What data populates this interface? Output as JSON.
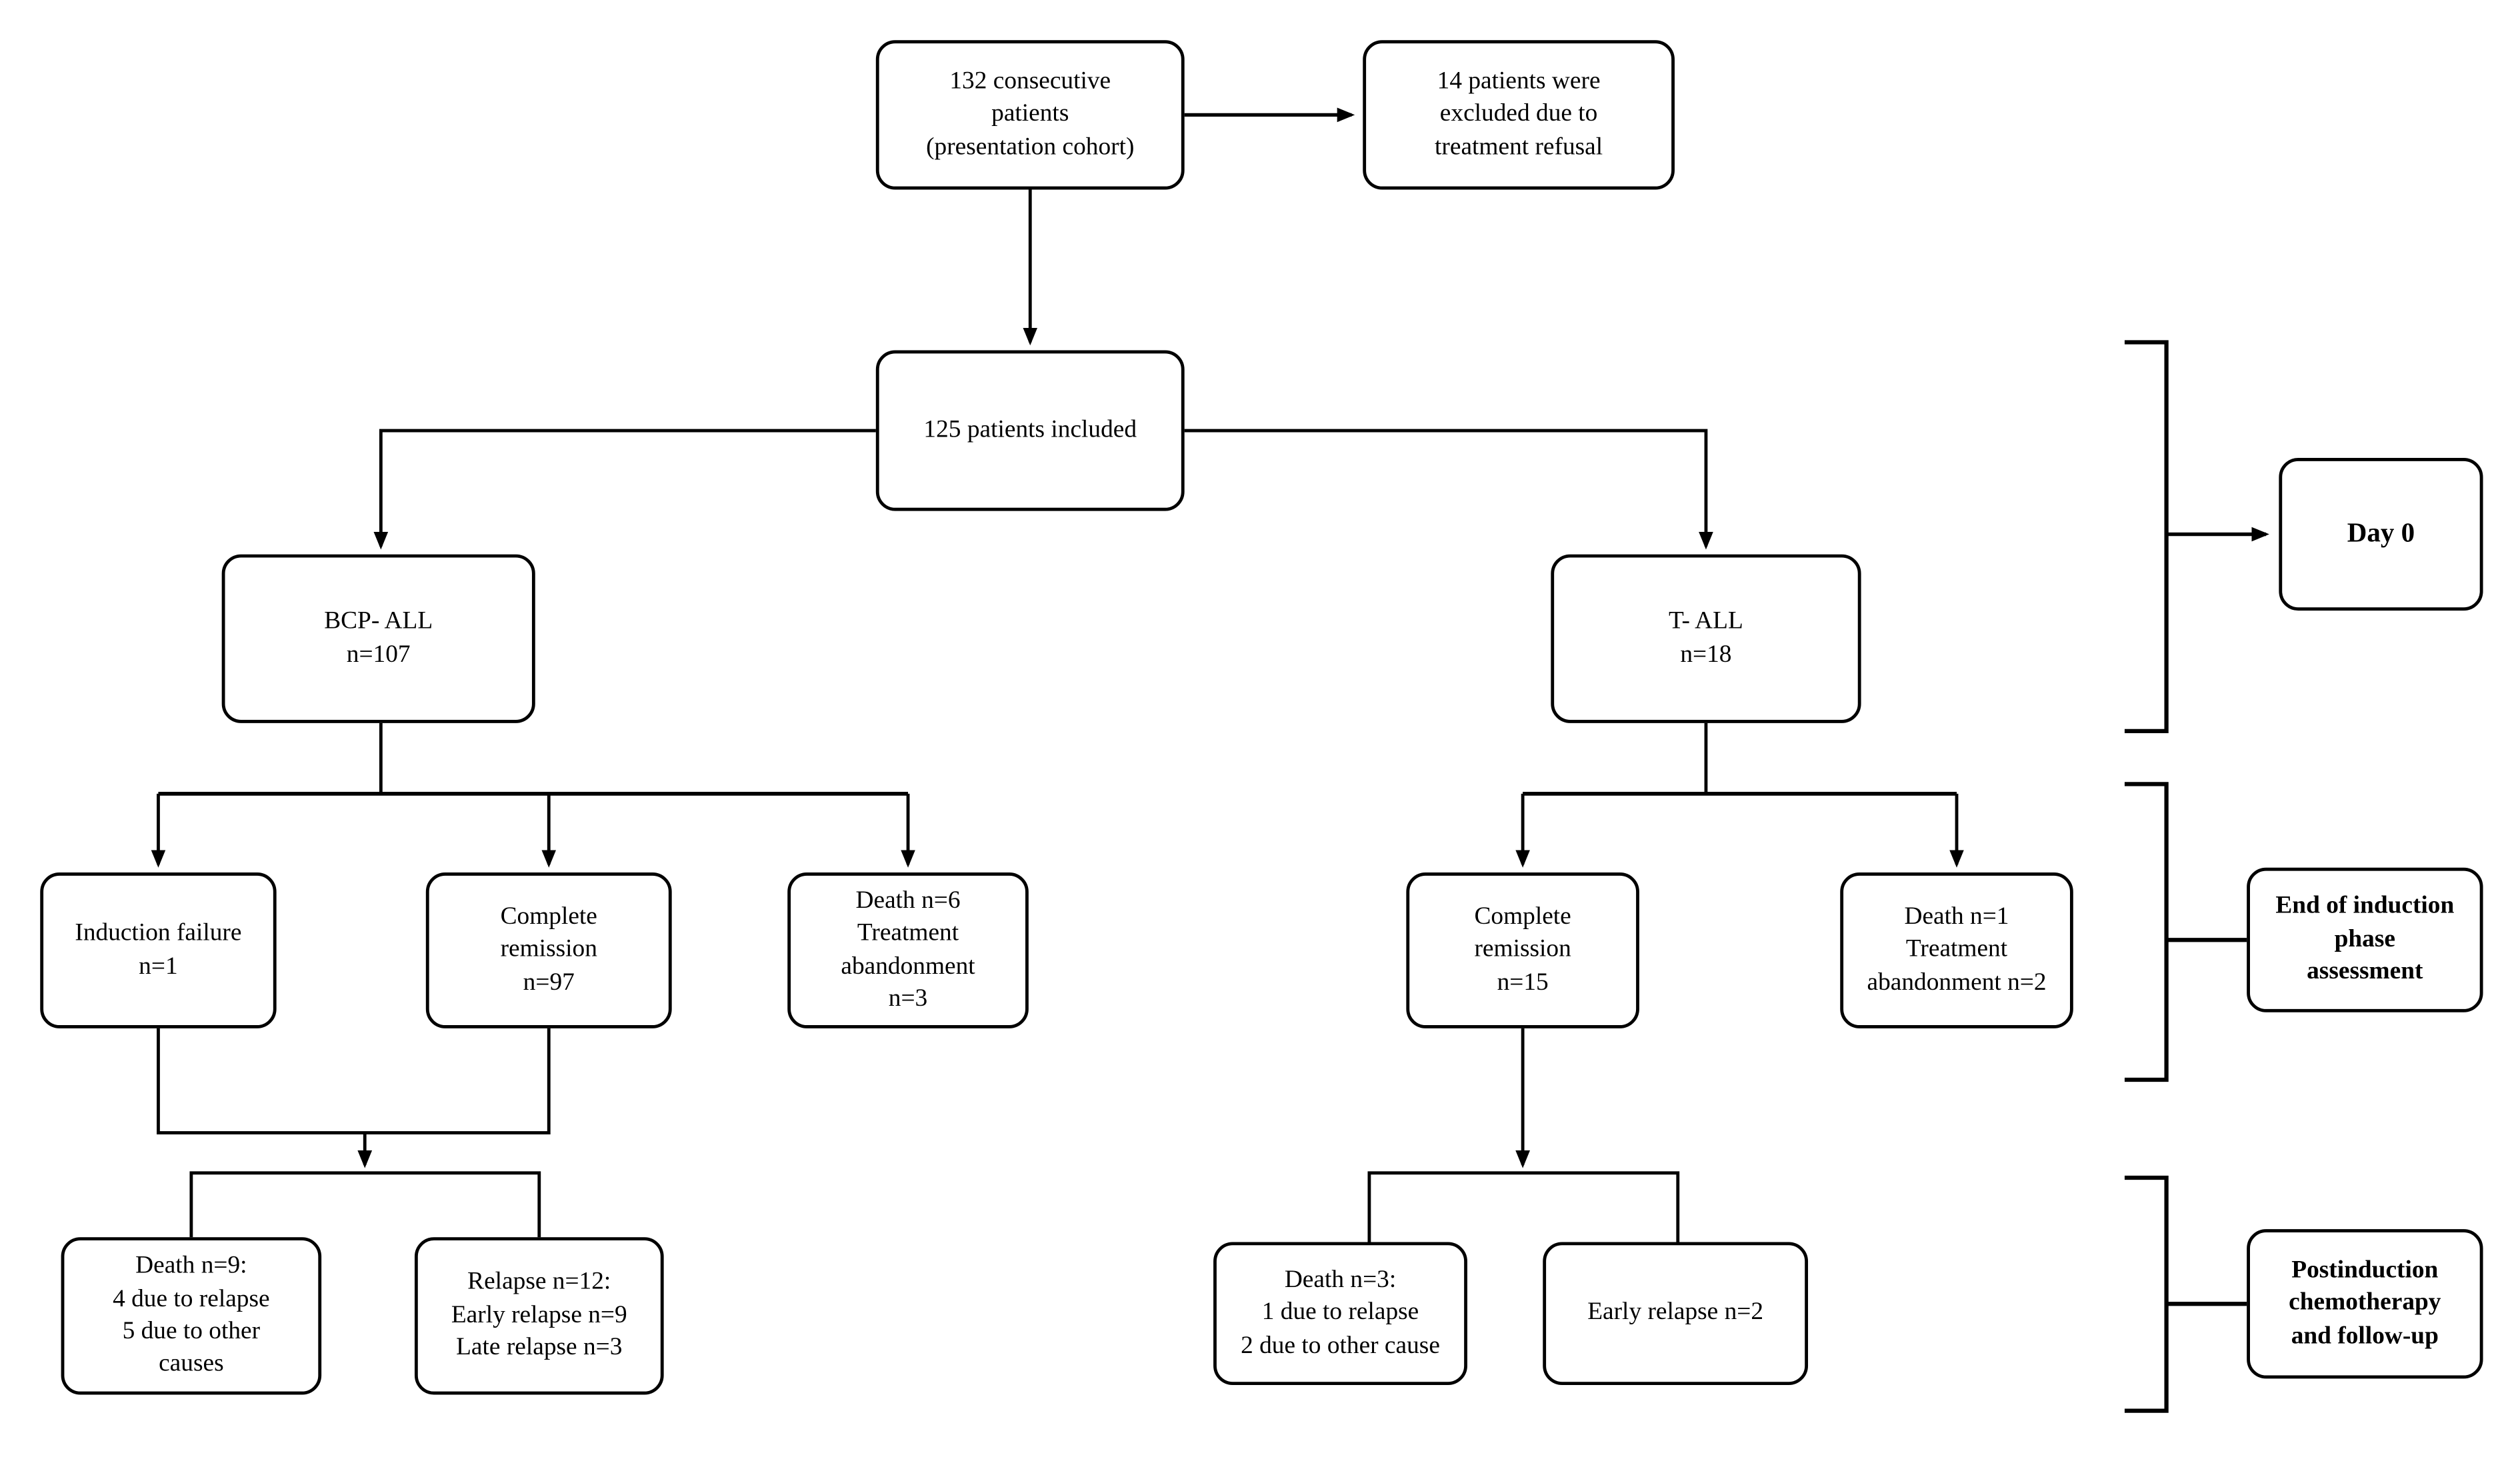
{
  "colors": {
    "background": "#ffffff",
    "line": "#000000",
    "box_border": "#000000",
    "box_fill": "#ffffff",
    "text": "#000000"
  },
  "nodes": {
    "presentation_cohort": "132 consecutive\npatients\n(presentation cohort)",
    "excluded": "14 patients were\nexcluded due to\ntreatment refusal",
    "included": "125 patients included",
    "bcp_all": "BCP- ALL\nn=107",
    "t_all": "T- ALL\nn=18",
    "induction_failure": "Induction failure\nn=1",
    "complete_remission_bcp": "Complete\nremission\nn=97",
    "death_induction_bcp": "Death n=6\nTreatment\nabandonment\nn=3",
    "complete_remission_t": "Complete\nremission\nn=15",
    "death_induction_t": "Death n=1\nTreatment\nabandonment n=2",
    "death_followup_bcp": "Death n=9:\n4 due to relapse\n5 due to other\ncauses",
    "relapse_bcp": "Relapse n=12:\nEarly relapse n=9\nLate relapse n=3",
    "death_followup_t": "Death n=3:\n1 due to relapse\n2 due to other cause",
    "early_relapse_t": "Early relapse n=2"
  },
  "stages": {
    "day0": "Day 0",
    "end_induction": "End of induction\nphase\nassessment",
    "postinduction": "Postinduction\nchemotherapy\nand follow-up"
  }
}
